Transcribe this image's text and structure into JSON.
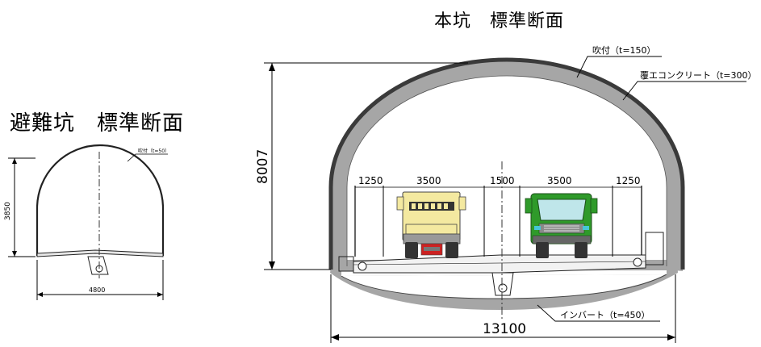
{
  "main_section": {
    "title": "本坑　標準断面",
    "height_dim": "8007",
    "width_dim": "13100",
    "labels": {
      "shotcrete": "吹付（t=150）",
      "lining": "覆エコンクリート（t=300）",
      "invert": "インバート（t=450）"
    },
    "lane_dims": [
      "1250",
      "3500",
      "1500",
      "3500",
      "1250"
    ]
  },
  "evac_section": {
    "title": "避難坑　標準断面",
    "height_dim": "3850",
    "width_dim": "4800",
    "shotcrete": "吹付（t=50）"
  },
  "colors": {
    "lining": "#a6a6a6",
    "shotcrete": "#3a3a3a",
    "truck_left_body": "#f4e9a0",
    "truck_right_body": "#2f9a2a"
  }
}
